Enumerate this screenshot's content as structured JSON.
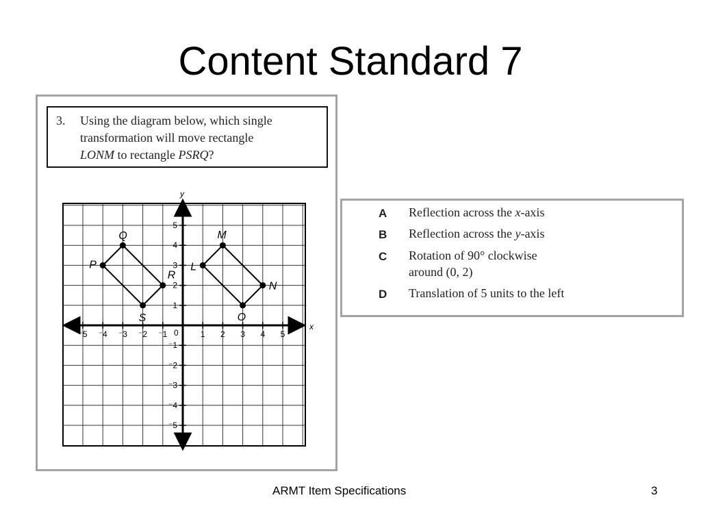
{
  "slide": {
    "title": "Content Standard 7",
    "footer": "ARMT Item Specifications",
    "page_number": "3"
  },
  "question": {
    "number": "3.",
    "line1": "Using the diagram below, which single",
    "line2": "transformation will move rectangle",
    "line3_a": "LONM",
    "line3_b": " to rectangle ",
    "line3_c": "PSRQ",
    "line3_d": "?"
  },
  "graph": {
    "x_axis_label": "x",
    "y_axis_label": "y",
    "origin_label": "0",
    "x_ticks": [
      {
        "v": -5,
        "label": "⁻5"
      },
      {
        "v": -4,
        "label": "⁻4"
      },
      {
        "v": -3,
        "label": "⁻3"
      },
      {
        "v": -2,
        "label": "⁻2"
      },
      {
        "v": -1,
        "label": "⁻1"
      },
      {
        "v": 1,
        "label": "1"
      },
      {
        "v": 2,
        "label": "2"
      },
      {
        "v": 3,
        "label": "3"
      },
      {
        "v": 4,
        "label": "4"
      },
      {
        "v": 5,
        "label": "5"
      }
    ],
    "y_ticks": [
      {
        "v": 5,
        "label": "5"
      },
      {
        "v": 4,
        "label": "4"
      },
      {
        "v": 3,
        "label": "3"
      },
      {
        "v": 2,
        "label": "2"
      },
      {
        "v": 1,
        "label": "1"
      },
      {
        "v": -1,
        "label": "⁻1"
      },
      {
        "v": -2,
        "label": "⁻2"
      },
      {
        "v": -3,
        "label": "⁻3"
      },
      {
        "v": -4,
        "label": "⁻4"
      },
      {
        "v": -5,
        "label": "⁻5"
      }
    ],
    "points": [
      {
        "name": "L",
        "x": 1,
        "y": 3
      },
      {
        "name": "M",
        "x": 2,
        "y": 4
      },
      {
        "name": "N",
        "x": 4,
        "y": 2
      },
      {
        "name": "O",
        "x": 3,
        "y": 1
      },
      {
        "name": "P",
        "x": -4,
        "y": 3
      },
      {
        "name": "Q",
        "x": -3,
        "y": 4
      },
      {
        "name": "R",
        "x": -1,
        "y": 2
      },
      {
        "name": "S",
        "x": -2,
        "y": 1
      }
    ],
    "rectangles": [
      [
        "L",
        "M",
        "N",
        "O"
      ],
      [
        "P",
        "Q",
        "R",
        "S"
      ]
    ]
  },
  "answers": [
    {
      "letter": "A",
      "text_before": "Reflection across the ",
      "italic": "x",
      "text_after": "-axis"
    },
    {
      "letter": "B",
      "text_before": "Reflection across the ",
      "italic": "y",
      "text_after": "-axis"
    },
    {
      "letter": "C",
      "text_before": "Rotation of 90° clockwise",
      "italic": "",
      "text_after": "",
      "line2": "around (0, 2)"
    },
    {
      "letter": "D",
      "text_before": "Translation of 5 units to the left",
      "italic": "",
      "text_after": ""
    }
  ]
}
